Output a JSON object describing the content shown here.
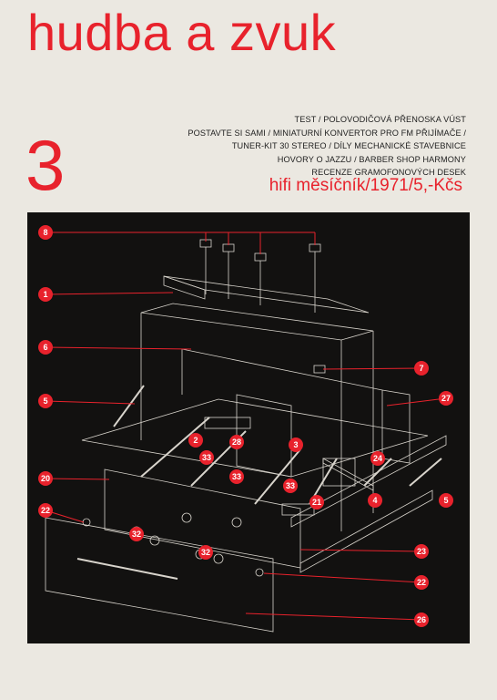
{
  "magazine": {
    "title": "hudba a zvuk",
    "issue_number": "3",
    "contents": [
      "TEST / POLOVODIČOVÁ PŘENOSKA VÚST",
      "POSTAVTE SI SAMI / MINIATURNÍ KONVERTOR PRO FM PŘIJÍMAČE /",
      "TUNER-KIT 30 STEREO / DÍLY MECHANICKÉ STAVEBNICE",
      "HOVORY O JAZZU / BARBER SHOP HARMONY",
      "RECENZE GRAMOFONOVÝCH DESEK"
    ],
    "subtitle": "hifi měsíčník/1971/5,-Kčs"
  },
  "diagram": {
    "callouts": [
      "8",
      "1",
      "6",
      "5",
      "7",
      "27",
      "2",
      "28",
      "3",
      "33",
      "33",
      "33",
      "24",
      "20",
      "21",
      "4",
      "5",
      "22",
      "32",
      "32",
      "23",
      "22",
      "26"
    ],
    "accent_color": "#e8222c",
    "background_color": "#121110"
  }
}
